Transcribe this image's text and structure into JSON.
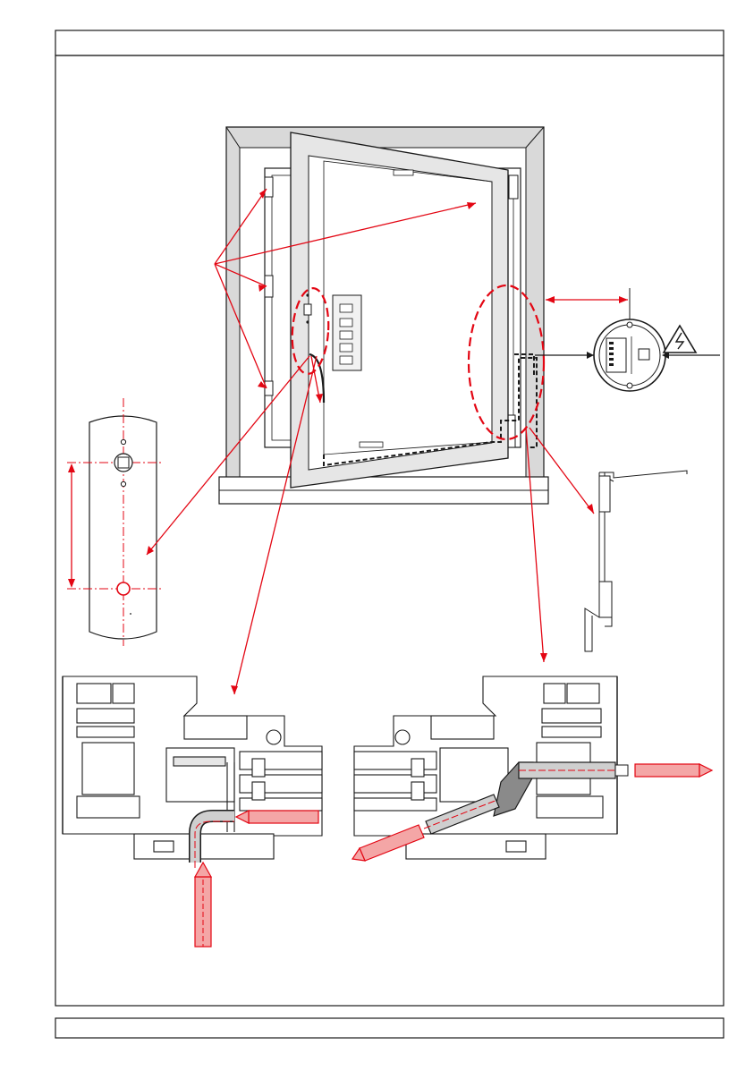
{
  "header": {
    "title": ""
  },
  "footer": {
    "text": ""
  },
  "colors": {
    "line": "#1a1a1a",
    "annotation": "#e30613",
    "drill": "#f4a6a6",
    "frame_fill": "#d9d9d9",
    "sash_fill": "#e6e6e6",
    "profile_fill": "#ffffff",
    "warning_fill": "#ffffff"
  },
  "icons": [
    "warning-icon",
    "drill-bit-icon",
    "allen-key-icon",
    "junction-box-icon"
  ],
  "views": [
    "window-overview",
    "hinge-detail",
    "junction-box",
    "allen-key",
    "left-profile-section",
    "right-profile-section"
  ]
}
